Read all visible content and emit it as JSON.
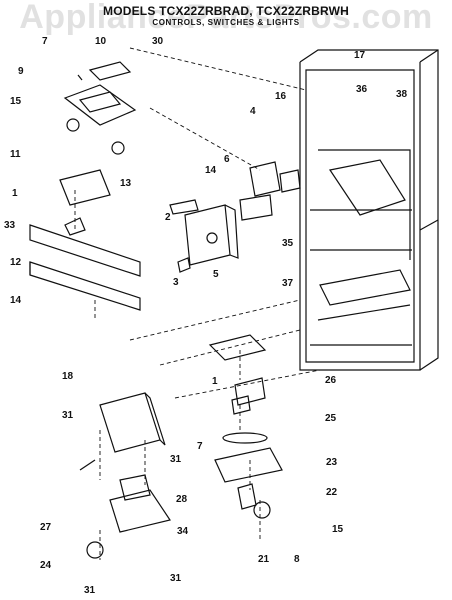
{
  "header": {
    "title": "MODELS TCX22ZRBRAD, TCX22ZRBRWH",
    "subtitle": "CONTROLS, SWITCHES & LIGHTS"
  },
  "watermark": "AppliancePartsPros.com",
  "callouts": [
    "7",
    "10",
    "30",
    "9",
    "15",
    "13",
    "11",
    "1",
    "33",
    "12",
    "14",
    "4",
    "16",
    "6",
    "14",
    "2",
    "5",
    "3",
    "17",
    "36",
    "38",
    "35",
    "37",
    "26",
    "1",
    "25",
    "18",
    "31",
    "31",
    "7",
    "23",
    "22",
    "28",
    "27",
    "34",
    "24",
    "31",
    "31",
    "15",
    "21",
    "8"
  ]
}
